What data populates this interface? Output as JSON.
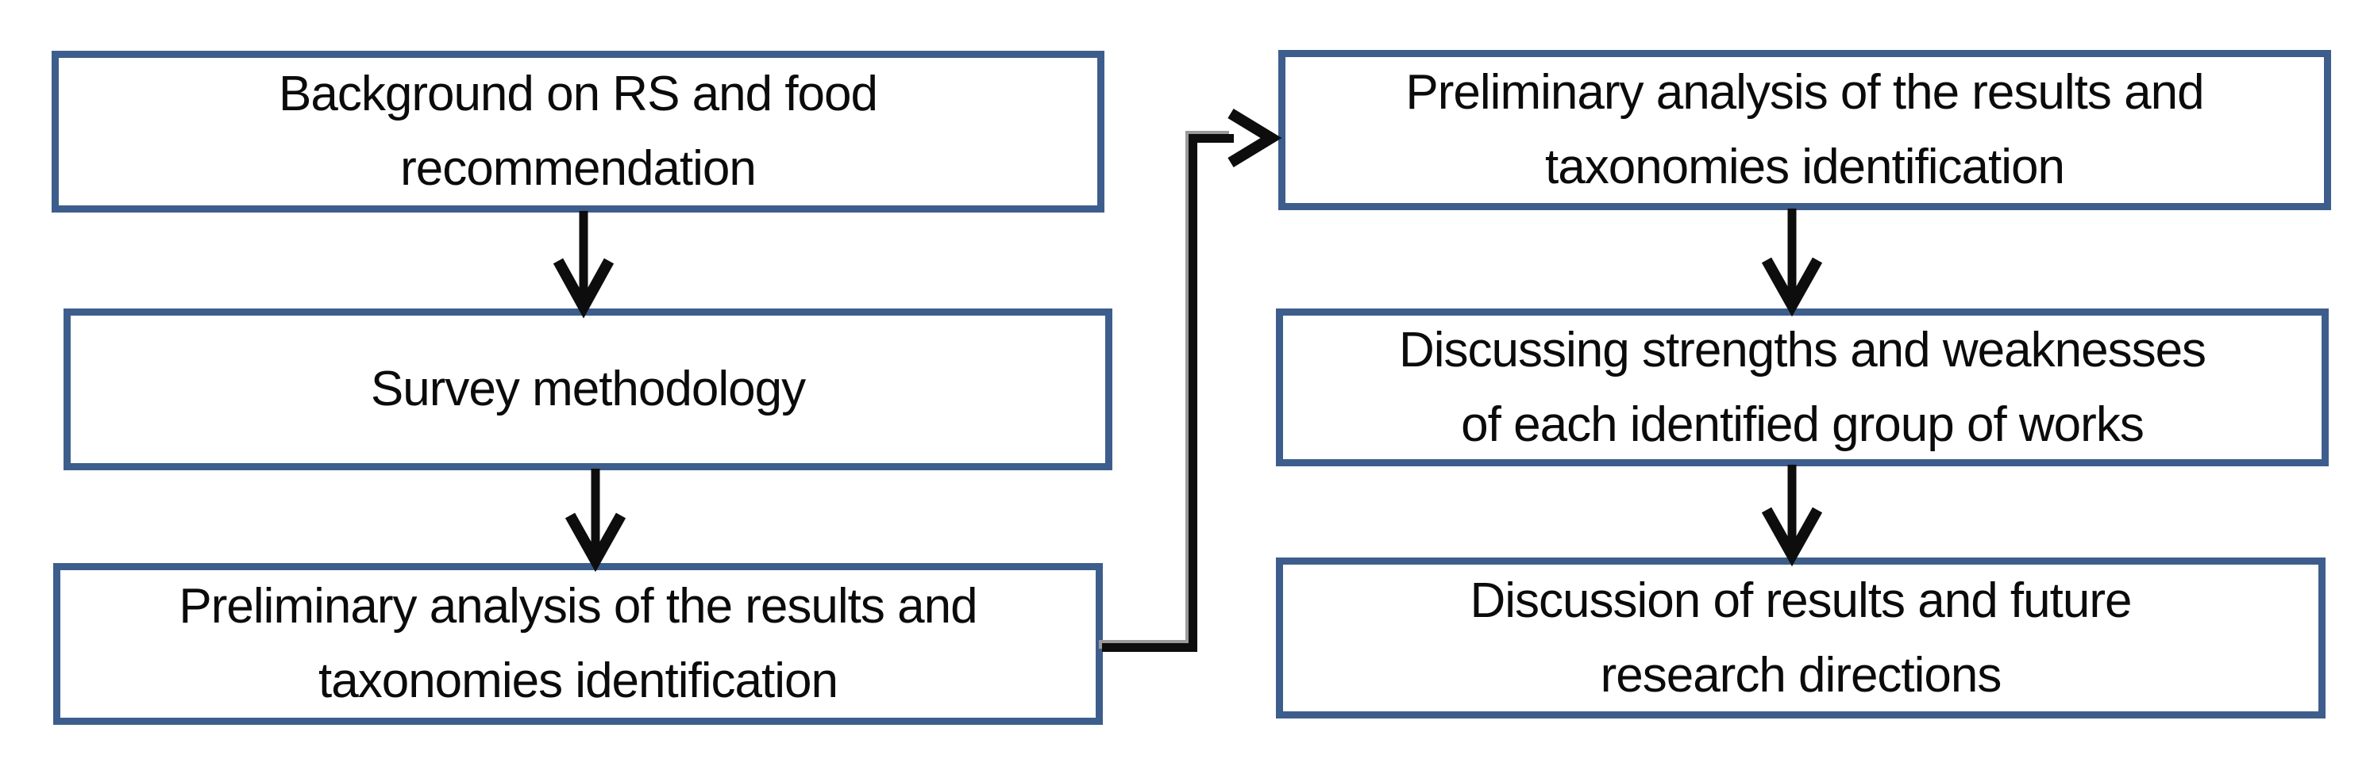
{
  "diagram": {
    "title": "Survey workflow flowchart",
    "boxes": [
      {
        "id": "background",
        "column": "left",
        "lines": [
          "Background on RS and food",
          "recommendation"
        ]
      },
      {
        "id": "survey-methodology",
        "column": "left",
        "lines": [
          "Survey methodology"
        ]
      },
      {
        "id": "preliminary-left",
        "column": "left",
        "lines": [
          "Preliminary analysis of the results and",
          "taxonomies identification"
        ]
      },
      {
        "id": "preliminary-right",
        "column": "right",
        "lines": [
          "Preliminary analysis of the results and",
          "taxonomies identification"
        ]
      },
      {
        "id": "strengths-weaknesses",
        "column": "right",
        "lines": [
          "Discussing strengths and weaknesses",
          "of each identified group of works"
        ]
      },
      {
        "id": "discussion-future",
        "column": "right",
        "lines": [
          "Discussion of results and future",
          "research directions"
        ]
      }
    ],
    "connectors": [
      {
        "from": "background",
        "to": "survey-methodology",
        "type": "arrow-down"
      },
      {
        "from": "survey-methodology",
        "to": "preliminary-left",
        "type": "arrow-down"
      },
      {
        "from": "preliminary-left",
        "to": "preliminary-right",
        "type": "elbow-right-up-right-arrow"
      },
      {
        "from": "preliminary-right",
        "to": "strengths-weaknesses",
        "type": "arrow-down"
      },
      {
        "from": "strengths-weaknesses",
        "to": "discussion-future",
        "type": "arrow-down"
      }
    ],
    "colors": {
      "box_border": "#3d5e8c",
      "box_fill": "#ffffff",
      "connector": "#0d0d0d",
      "connector_shadow": "#9a9a9a",
      "text": "#0b0b0b",
      "background": "#ffffff"
    }
  }
}
